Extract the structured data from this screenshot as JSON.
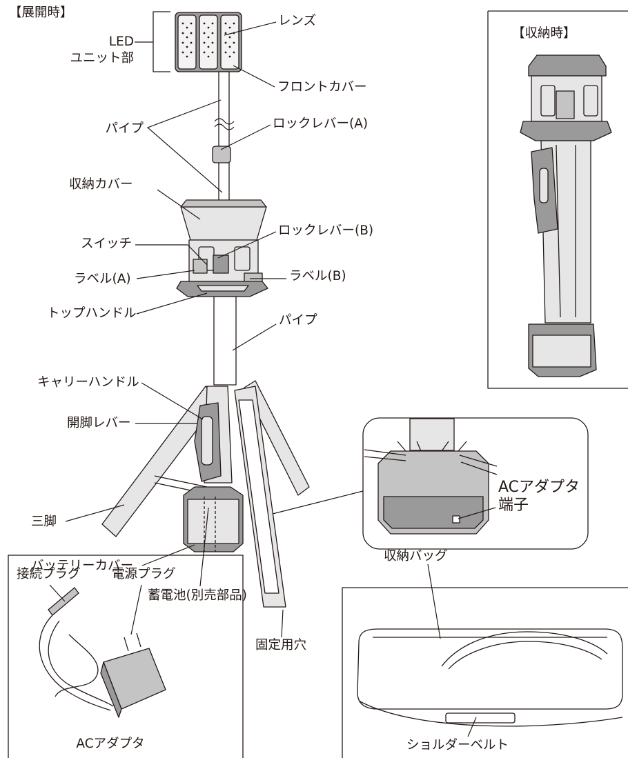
{
  "labels": {
    "deployed_title": "【展開時】",
    "stored_title": "【収納時】",
    "led_unit_line1": "LED",
    "led_unit_line2": "ユニット部",
    "lens": "レンズ",
    "front_cover": "フロントカバー",
    "pipe_upper": "パイプ",
    "lock_lever_a": "ロックレバー(A)",
    "storage_cover": "収納カバー",
    "lock_lever_b": "ロックレバー(B)",
    "switch": "スイッチ",
    "label_a": "ラベル(A)",
    "label_b": "ラベル(B)",
    "top_handle": "トップハンドル",
    "pipe_lower": "パイプ",
    "carry_handle": "キャリーハンドル",
    "leg_open_lever": "開脚レバー",
    "tripod": "三脚",
    "battery_cover": "バッテリーカバー",
    "battery": "蓄電池(別売部品)",
    "fixing_hole": "固定用穴",
    "ac_terminal_line1": "ACアダプタ",
    "ac_terminal_line2": "端子",
    "connector_plug": "接続プラグ",
    "power_plug": "電源プラグ",
    "ac_adapter": "ACアダプタ",
    "storage_bag": "収納バッグ",
    "shoulder_belt": "ショルダーベルト"
  },
  "colors": {
    "line": "#231815",
    "body_fill": "#e6e6e6",
    "dark_fill": "#9a9a9a",
    "mid_fill": "#c4c4c4"
  }
}
